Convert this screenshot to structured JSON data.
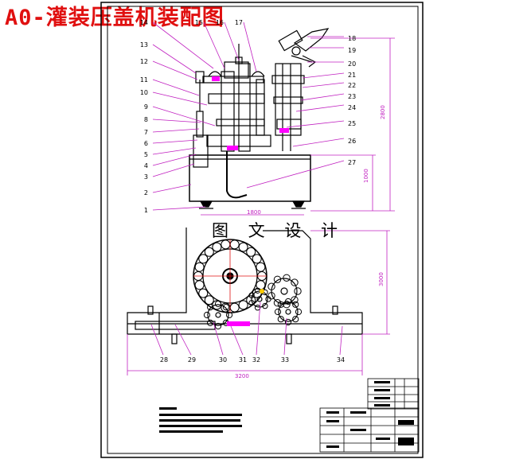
{
  "title": "A0-灌装压盖机装配图",
  "watermark": "图 文 设 计",
  "colors": {
    "title": "#e01010",
    "leader": "#c020c0",
    "dimension": "#c020c0",
    "outline": "#000000",
    "highlight": "#ff00ff"
  },
  "part_labels_left": [
    "1",
    "2",
    "3",
    "4",
    "5",
    "6",
    "7",
    "8",
    "9",
    "10",
    "11",
    "12",
    "13",
    "14",
    "15",
    "16",
    "17"
  ],
  "part_labels_right": [
    "18",
    "19",
    "20",
    "21",
    "22",
    "23",
    "24",
    "25",
    "26",
    "27"
  ],
  "part_labels_bottom": [
    "28",
    "29",
    "30",
    "31",
    "32",
    "33",
    "34"
  ],
  "dimensions": {
    "front_height": "2800",
    "base_height": "1000",
    "front_width": "1800",
    "plan_depth": "3000",
    "plan_width": "3200"
  }
}
